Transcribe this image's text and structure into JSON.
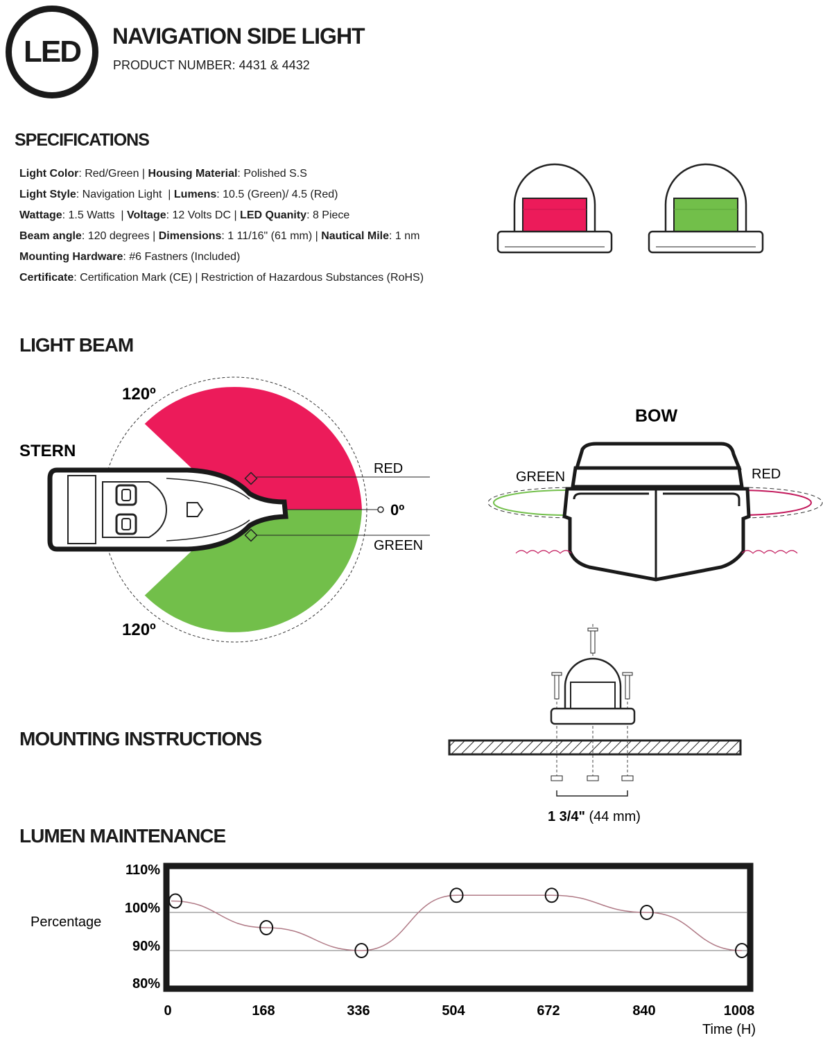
{
  "header": {
    "logo_text": "LED",
    "title": "NAVIGATION SIDE LIGHT",
    "product_number": "PRODUCT NUMBER: 4431 & 4432"
  },
  "specifications": {
    "heading": "SPECIFICATIONS",
    "rows": [
      [
        {
          "k": "Light Color",
          "v": ": Red/Green | "
        },
        {
          "k": "Housing Material",
          "v": ": Polished S.S"
        }
      ],
      [
        {
          "k": "Light Style",
          "v": ": Navigation Light  | "
        },
        {
          "k": "Lumens",
          "v": ": 10.5 (Green)/ 4.5 (Red)"
        }
      ],
      [
        {
          "k": "Wattage",
          "v": ": 1.5 Watts  | "
        },
        {
          "k": "Voltage",
          "v": ": 12 Volts DC | "
        },
        {
          "k": "LED Quanity",
          "v": ": 8 Piece"
        }
      ],
      [
        {
          "k": "Beam angle",
          "v": ": 120 degrees | "
        },
        {
          "k": "Dimensions",
          "v": ": 1 11/16\" (61 mm) | "
        },
        {
          "k": "Nautical Mile",
          "v": ": 1 nm"
        }
      ],
      [
        {
          "k": "Mounting Hardware",
          "v": ": #6 Fastners (Included)"
        }
      ],
      [
        {
          "k": "Certificate",
          "v": ": Certification Mark (CE) | Restriction of Hazardous Substances (RoHS)"
        }
      ]
    ]
  },
  "light_beam": {
    "heading": "LIGHT BEAM",
    "angle_top": "120º",
    "angle_bottom": "120º",
    "stern": "STERN",
    "red": "RED",
    "green": "GREEN",
    "zero": "0º",
    "bow": "BOW",
    "bow_green": "GREEN",
    "bow_red": "RED"
  },
  "colors": {
    "red": "#ec1b5a",
    "green": "#72bf4a",
    "line": "#b07a86"
  },
  "mounting": {
    "heading": "MOUNTING INSTRUCTIONS",
    "spacing_bold": "1 3/4\"",
    "spacing_metric": " (44 mm)"
  },
  "chart_data": {
    "type": "line",
    "title": "LUMEN MAINTENANCE",
    "xlabel": "Time (H)",
    "ylabel": "Percentage",
    "x": [
      0,
      168,
      336,
      504,
      672,
      840,
      1008
    ],
    "x_tick_labels": [
      "0",
      "168",
      "336",
      "504",
      "672",
      "840",
      "1008"
    ],
    "y_tick_labels": [
      "110%",
      "100%",
      "90%",
      "80%"
    ],
    "ylim": [
      80,
      110
    ],
    "gridlines": [
      100,
      90
    ],
    "series": [
      {
        "name": "Lumen",
        "values": [
          103,
          96,
          90,
          104.5,
          104.5,
          100,
          90
        ]
      }
    ]
  }
}
